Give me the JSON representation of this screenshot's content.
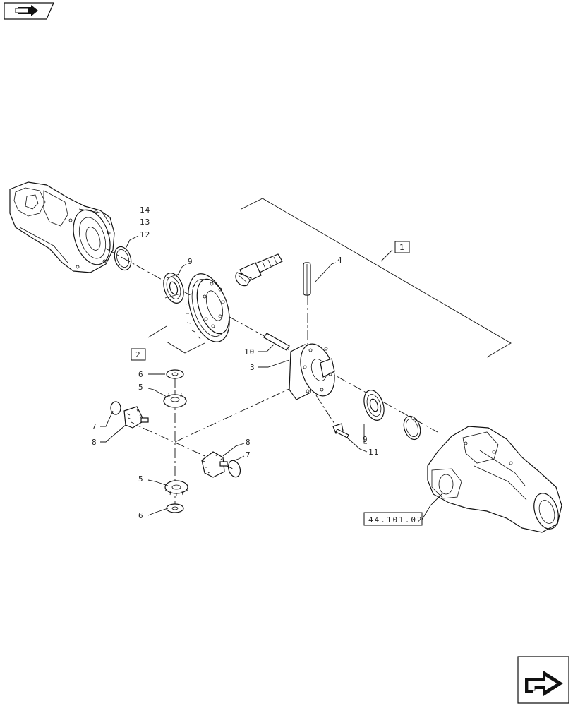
{
  "nav": {
    "prev_icon": "back-page-arrow-icon",
    "next_icon": "next-page-arrow-icon"
  },
  "callouts": {
    "c14": "14",
    "c13": "13",
    "c12": "12",
    "c9a": "9",
    "c4": "4",
    "c1": "1",
    "c2": "2",
    "c10": "10",
    "c3": "3",
    "c6a": "6",
    "c5a": "5",
    "c7a": "7",
    "c8a": "8",
    "c8b": "8",
    "c7b": "7",
    "c9b": "9",
    "c11": "11",
    "c5b": "5",
    "c6b": "6"
  },
  "reference": {
    "section": "44.101.02"
  }
}
